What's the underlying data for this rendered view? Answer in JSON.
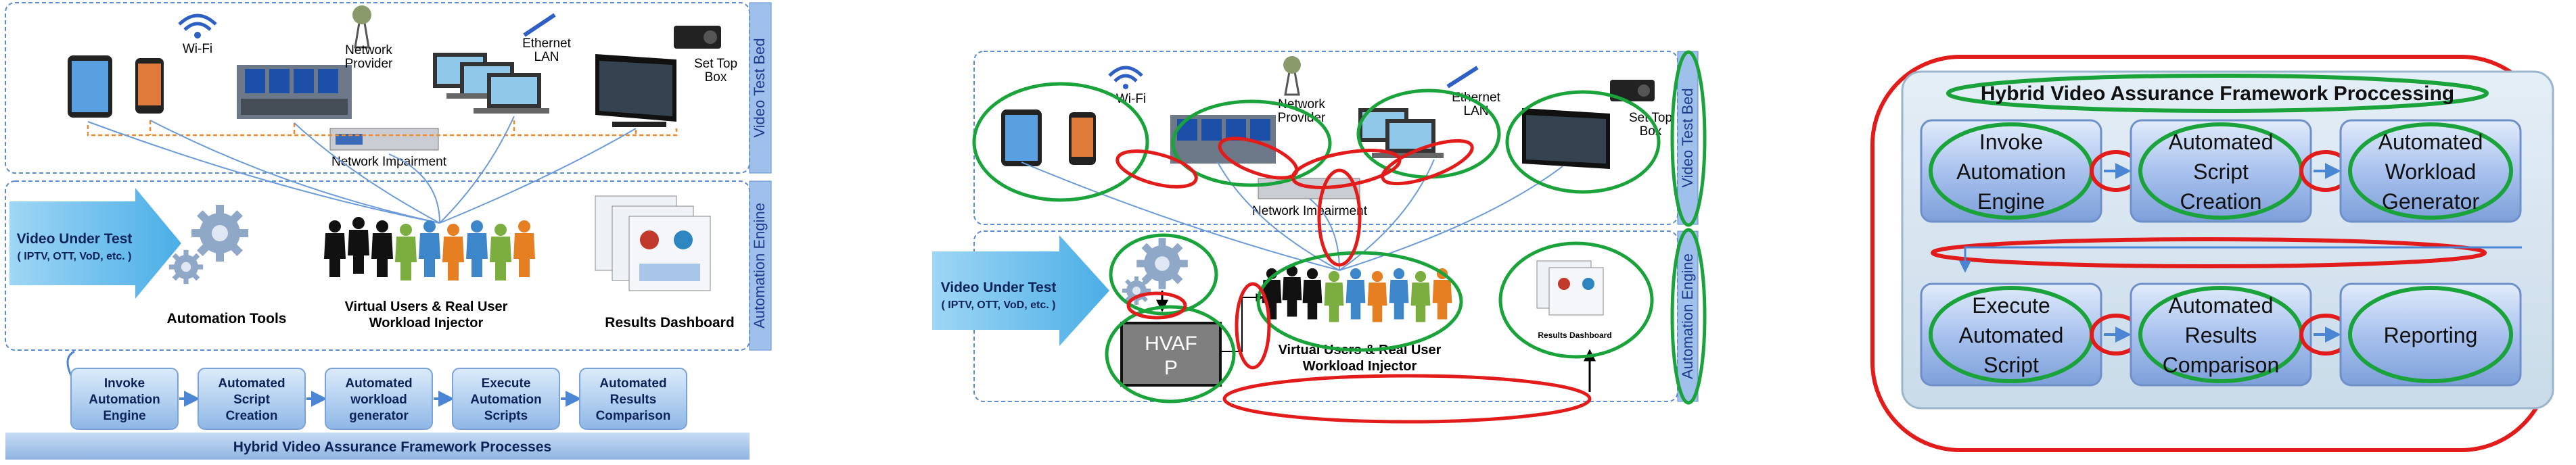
{
  "panel1": {
    "test_bed_label": "Video Test Bed",
    "automation_engine_label": "Automation Engine",
    "wifi_label": "Wi-Fi",
    "network_provider_label": [
      "Network",
      "Provider"
    ],
    "ethernet_label": [
      "Ethernet",
      "LAN"
    ],
    "set_top_box_label": [
      "Set Top",
      "Box"
    ],
    "network_impairment_label": "Network Impairment",
    "video_under_test_title": "Video Under Test",
    "video_under_test_sub": "( IPTV, OTT, VoD, etc. )",
    "automation_tools_label": "Automation Tools",
    "virtual_users_label": [
      "Virtual Users & Real User",
      "Workload Injector"
    ],
    "results_dashboard_label": "Results Dashboard",
    "process_steps": [
      [
        "Invoke",
        "Automation",
        "Engine"
      ],
      [
        "Automated",
        "Script",
        "Creation"
      ],
      [
        "Automated",
        "workload",
        "generator"
      ],
      [
        "Execute",
        "Automation",
        "Scripts"
      ],
      [
        "Automated",
        "Results",
        "Comparison"
      ]
    ],
    "footer_title": "Hybrid Video Assurance Framework Processes"
  },
  "panel2": {
    "test_bed_label": "Video Test Bed",
    "automation_engine_label": "Automation Engine",
    "wifi_label": "Wi-Fi",
    "network_provider_label": [
      "Network",
      "Provider"
    ],
    "ethernet_label": [
      "Ethernet",
      "LAN"
    ],
    "set_top_box_label": [
      "Set Top",
      "Box"
    ],
    "network_impairment_label": "Network Impairment",
    "video_under_test_title": "Video Under Test",
    "video_under_test_sub": "( IPTV, OTT, VoD, etc. )",
    "hvafp_label": [
      "HVAF",
      "P"
    ],
    "virtual_users_label": [
      "Virtual Users & Real User",
      "Workload Injector"
    ],
    "results_dashboard_label": "Results Dashboard"
  },
  "panel3": {
    "title": "Hybrid Video Assurance Framework Proccessing",
    "steps": [
      [
        "Invoke",
        "Automation",
        "Engine"
      ],
      [
        "Automated",
        "Script",
        "Creation"
      ],
      [
        "Automated",
        "Workload",
        "Generator"
      ],
      [
        "Execute",
        "Automated",
        "Script"
      ],
      [
        "Automated",
        "Results",
        "Comparison"
      ],
      [
        "Reporting"
      ]
    ]
  },
  "colors": {
    "panel_blue": "#a9c8ea",
    "dark_blue": "#1f3b8c",
    "arrow_blue": "#6fb6e6",
    "highlight_green": "#1aa33a",
    "highlight_red": "#e21b1b",
    "step_blue": "#8db4e2",
    "step3_fill": "#9eb8e6"
  }
}
